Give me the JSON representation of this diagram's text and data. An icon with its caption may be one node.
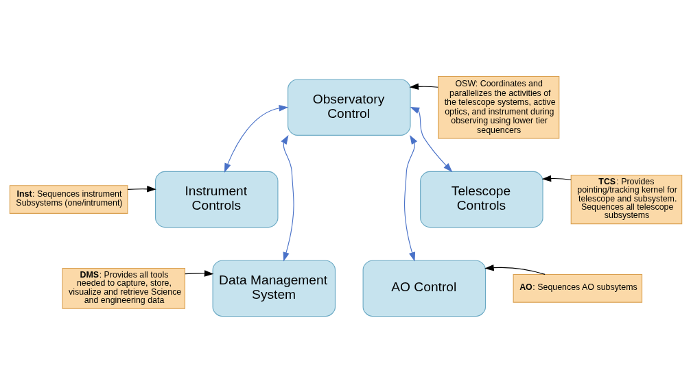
{
  "diagram": {
    "nodes": [
      {
        "text": [
          "Observatory Control"
        ]
      },
      {
        "text": [
          "OSW: Coordinates and parallelizes the activities of the telescope systems, active optics, and instrument during observing using lower tier sequencers"
        ]
      },
      {
        "text": [
          "**Inst**: Sequences instrument Subsystems (one/intrument)"
        ]
      },
      {
        "text": [
          "Instrument Controls"
        ]
      },
      {
        "text": [
          "Telescope Controls"
        ]
      },
      {
        "text": [
          "**TCS**: Provides pointing/tracking kernel for telescope and subsystem. Sequences all telescope subsystems"
        ]
      },
      {
        "text": [
          "Data Management System"
        ]
      },
      {
        "text": [
          "AO Control"
        ]
      },
      {
        "text": [
          "**AO**: Sequences AO subsytems"
        ]
      },
      {
        "text": [
          "**DMS**: Provides all tools needed to capture, store, visualize and retrieve Science and engineering data"
        ]
      }
    ],
    "edges": [
      {
        "from": 1,
        "to": 0,
        "arrow": "to"
      },
      {
        "from": 0,
        "to": 3,
        "arrow": "both",
        "color": "#4a72c8"
      },
      {
        "from": 0,
        "to": 4,
        "arrow": "both",
        "color": "#4a72c8"
      },
      {
        "from": 2,
        "to": 3,
        "arrow": "to"
      },
      {
        "from": 5,
        "to": 4,
        "arrow": "to"
      },
      {
        "from": 0,
        "to": 6,
        "arrow": "both",
        "color": "#4a72c8"
      },
      {
        "from": 0,
        "to": 7,
        "arrow": "both",
        "color": "#4a72c8"
      },
      {
        "from": 8,
        "to": 7,
        "arrow": "to"
      },
      {
        "from": 9,
        "to": 6,
        "arrow": "to"
      }
    ]
  }
}
